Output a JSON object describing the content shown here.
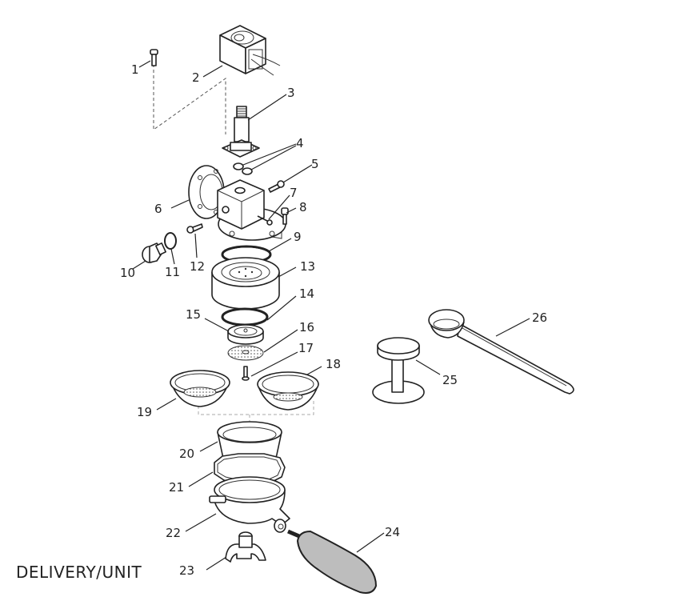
{
  "title": "DELIVERY/UNIT",
  "parts": [
    {
      "id": "1",
      "label": "1",
      "name": "screw"
    },
    {
      "id": "2",
      "label": "2",
      "name": "solenoid-coil"
    },
    {
      "id": "3",
      "label": "3",
      "name": "solenoid-valve-stem"
    },
    {
      "id": "4",
      "label": "4",
      "name": "o-rings"
    },
    {
      "id": "5",
      "label": "5",
      "name": "screw"
    },
    {
      "id": "6",
      "label": "6",
      "name": "group-head-body"
    },
    {
      "id": "7",
      "label": "7",
      "name": "pin"
    },
    {
      "id": "8",
      "label": "8",
      "name": "allen-screw"
    },
    {
      "id": "9",
      "label": "9",
      "name": "gasket"
    },
    {
      "id": "10",
      "label": "10",
      "name": "plug"
    },
    {
      "id": "11",
      "label": "11",
      "name": "o-ring"
    },
    {
      "id": "12",
      "label": "12",
      "name": "screw"
    },
    {
      "id": "13",
      "label": "13",
      "name": "shower-holder"
    },
    {
      "id": "14",
      "label": "14",
      "name": "gasket"
    },
    {
      "id": "15",
      "label": "15",
      "name": "diffuser"
    },
    {
      "id": "16",
      "label": "16",
      "name": "shower-screen"
    },
    {
      "id": "17",
      "label": "17",
      "name": "screen-screw"
    },
    {
      "id": "18",
      "label": "18",
      "name": "filter-basket-double"
    },
    {
      "id": "19",
      "label": "19",
      "name": "filter-basket-single"
    },
    {
      "id": "20",
      "label": "20",
      "name": "filter-cup"
    },
    {
      "id": "21",
      "label": "21",
      "name": "spring-clip"
    },
    {
      "id": "22",
      "label": "22",
      "name": "portafilter"
    },
    {
      "id": "23",
      "label": "23",
      "name": "spout"
    },
    {
      "id": "24",
      "label": "24",
      "name": "handle"
    },
    {
      "id": "25",
      "label": "25",
      "name": "tamper"
    },
    {
      "id": "26",
      "label": "26",
      "name": "measuring-spoon"
    }
  ]
}
